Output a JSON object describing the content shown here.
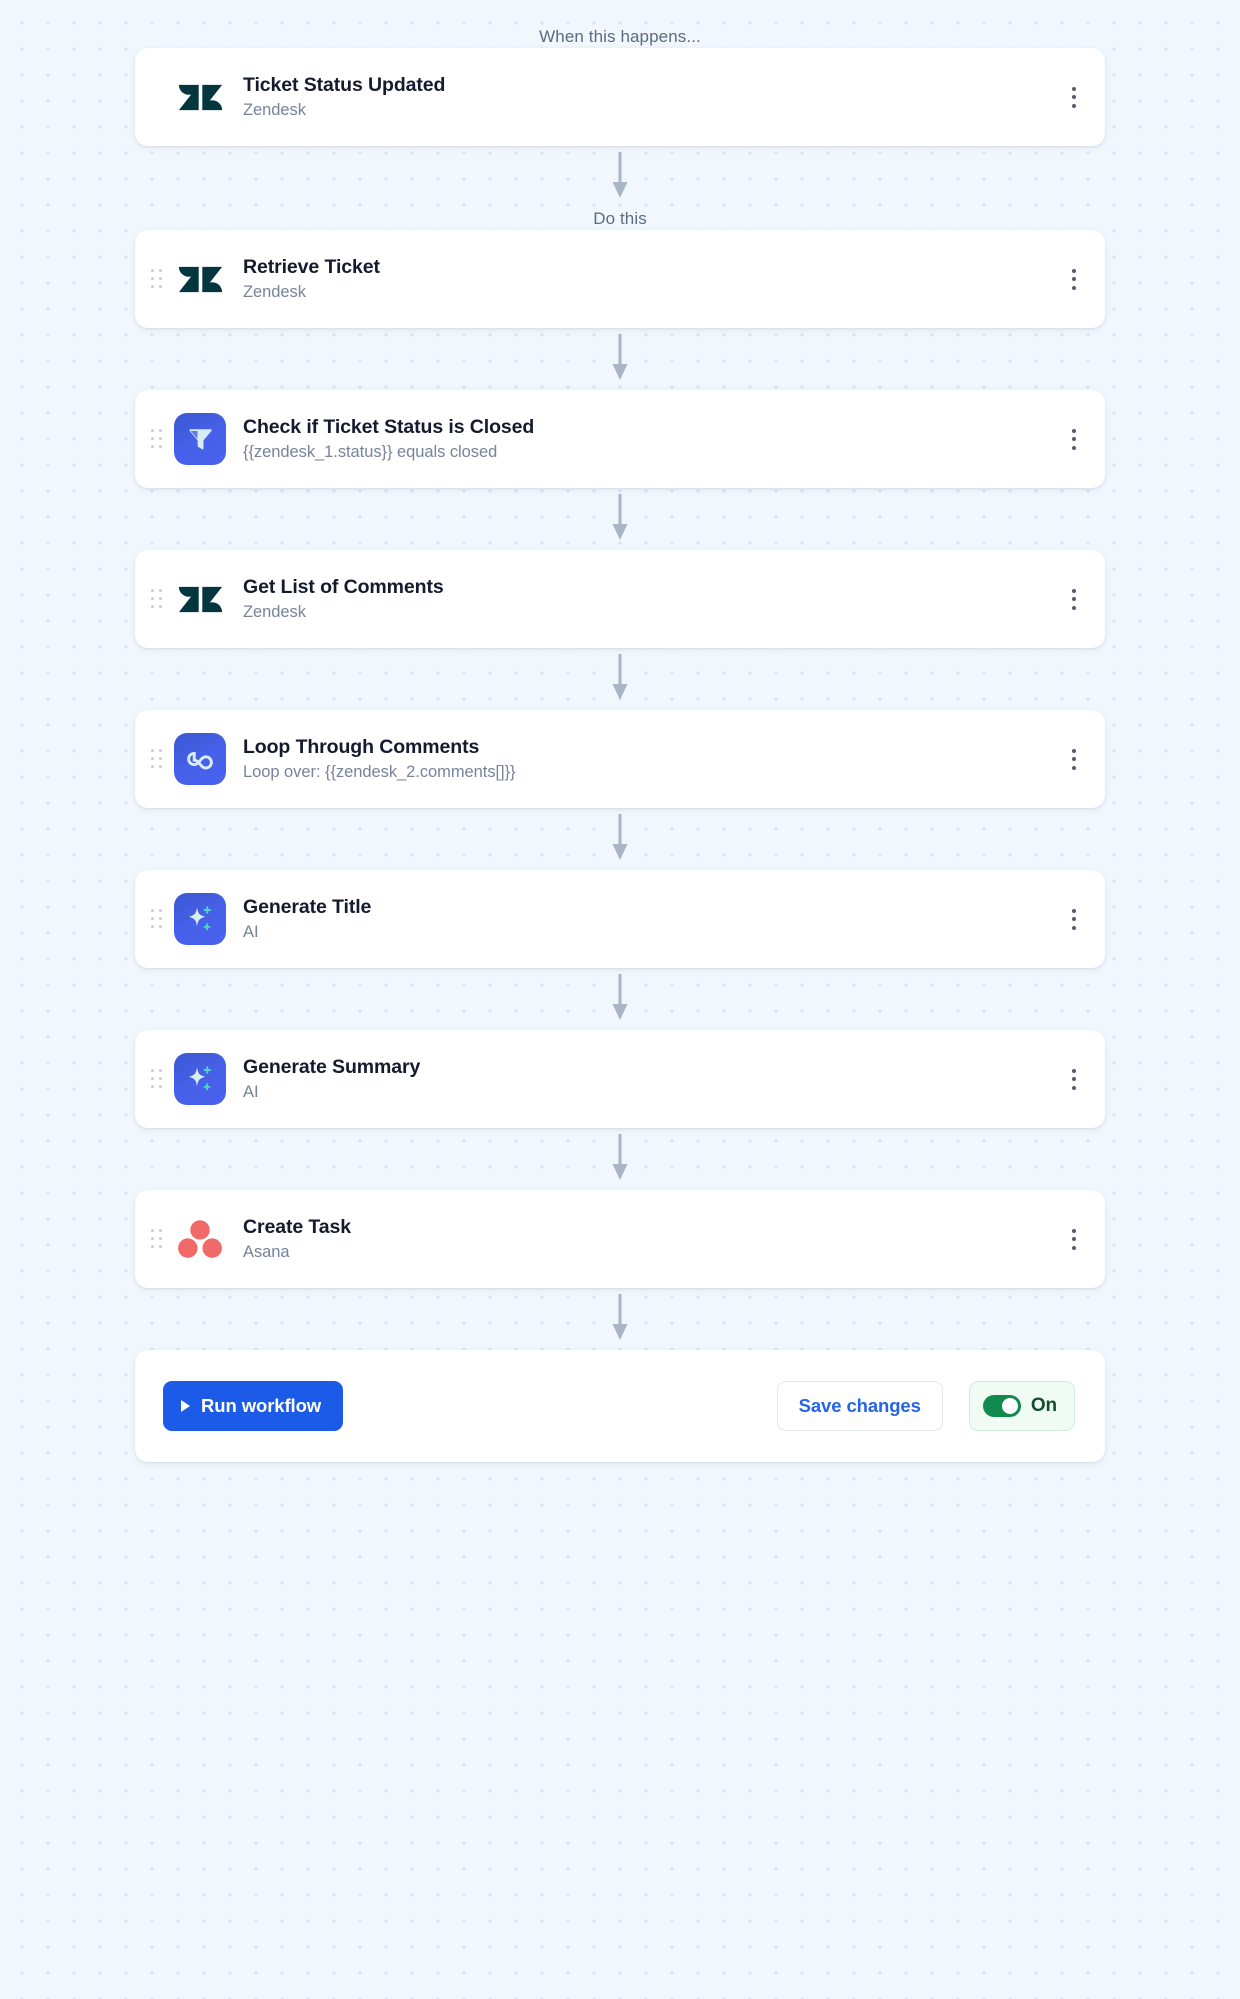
{
  "labels": {
    "trigger_section": "When this happens...",
    "action_section": "Do this"
  },
  "nodes": [
    {
      "title": "Ticket Status Updated",
      "subtitle": "Zendesk",
      "icon": "zendesk-icon",
      "app": "zendesk",
      "draggable": false
    },
    {
      "title": "Retrieve Ticket",
      "subtitle": "Zendesk",
      "icon": "zendesk-icon",
      "app": "zendesk",
      "draggable": true
    },
    {
      "title": "Check if Ticket Status is Closed",
      "subtitle": "{{zendesk_1.status}} equals closed",
      "icon": "filter-icon",
      "app": "filter",
      "draggable": true
    },
    {
      "title": "Get List of Comments",
      "subtitle": "Zendesk",
      "icon": "zendesk-icon",
      "app": "zendesk",
      "draggable": true
    },
    {
      "title": "Loop Through Comments",
      "subtitle": "Loop over: {{zendesk_2.comments[]}}",
      "icon": "infinity-loop-icon",
      "app": "loop",
      "draggable": true
    },
    {
      "title": "Generate Title",
      "subtitle": "AI",
      "icon": "ai-sparkle-icon",
      "app": "ai",
      "draggable": true
    },
    {
      "title": "Generate Summary",
      "subtitle": "AI",
      "icon": "ai-sparkle-icon",
      "app": "ai",
      "draggable": true
    },
    {
      "title": "Create Task",
      "subtitle": "Asana",
      "icon": "asana-icon",
      "app": "asana",
      "draggable": true
    }
  ],
  "menu_icon": "kebab-menu-icon",
  "actions": {
    "run_label": "Run workflow",
    "run_icon": "play-icon",
    "save_label": "Save changes",
    "toggle_label": "On",
    "toggle_state": "on"
  },
  "colors": {
    "accent_blue": "#1c5ae8",
    "zendesk_teal": "#03363D",
    "asana_coral": "#F06A6A",
    "toggle_green": "#108a4e",
    "canvas_bg": "#f1f7fd"
  }
}
